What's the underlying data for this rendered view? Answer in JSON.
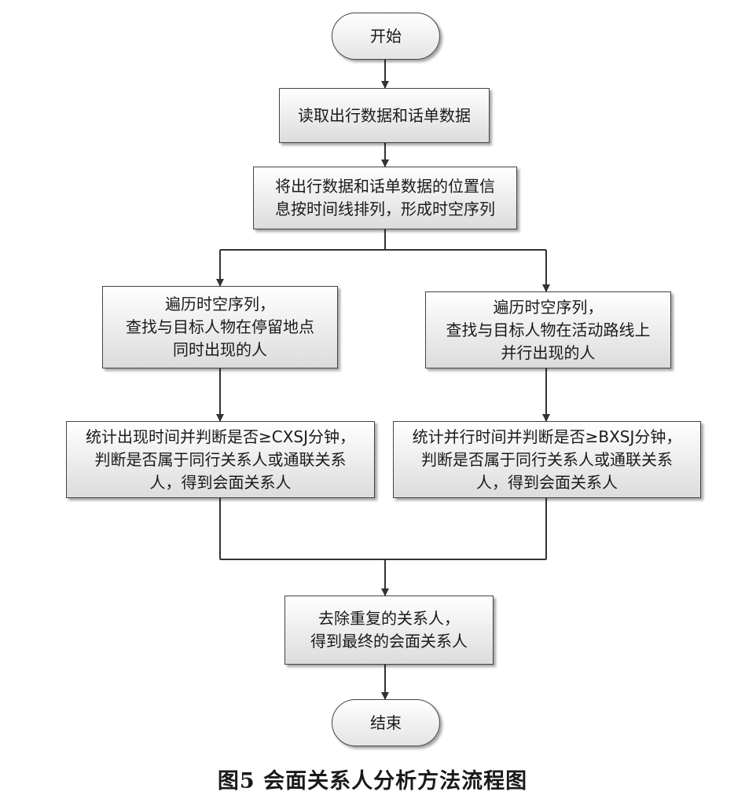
{
  "nodes": {
    "start": "开始",
    "read_data": "读取出行数据和话单数据",
    "build_sequence": "将出行数据和话单数据的位置信\n息按时间线排列，形成时空序列",
    "left_search": "遍历时空序列，\n查找与目标人物在停留地点\n同时出现的人",
    "right_search": "遍历时空序列，\n查找与目标人物在活动路线上\n并行出现的人",
    "left_judge": "统计出现时间并判断是否≥CXSJ分钟，\n判断是否属于同行关系人或通联关系\n人，得到会面关系人",
    "right_judge": "统计并行时间并判断是否≥BXSJ分钟，\n判断是否属于同行关系人或通联关系\n人，得到会面关系人",
    "dedupe": "去除重复的关系人，\n得到最终的会面关系人",
    "end": "结束"
  },
  "caption": "图5  会面关系人分析方法流程图"
}
